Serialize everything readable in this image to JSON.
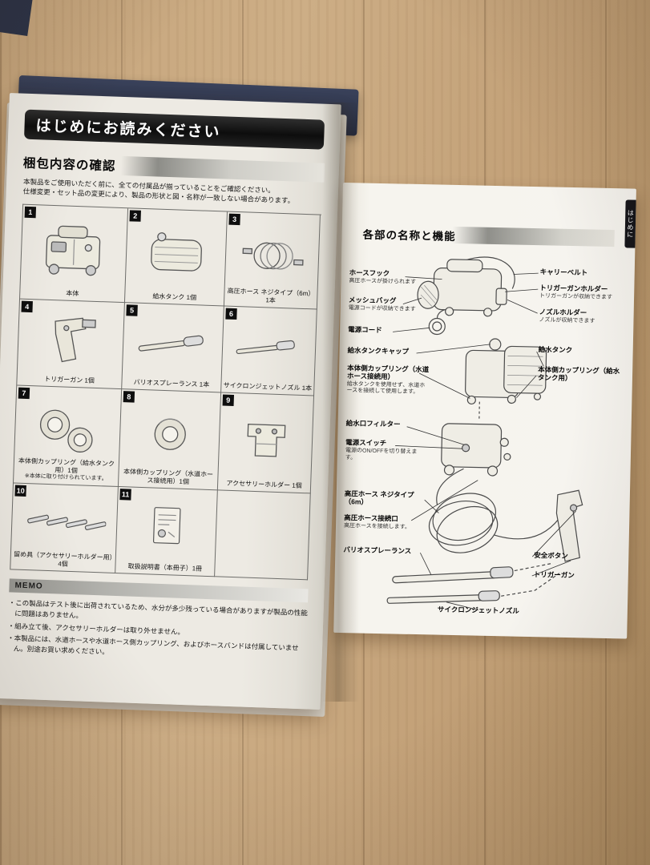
{
  "colors": {
    "cover_navy": "#2c3347",
    "banner_black": "#0d0d0d",
    "page_white": "#f6f4ef"
  },
  "left_page": {
    "main_title": "はじめにお読みください",
    "section_title": "梱包内容の確認",
    "intro_line1": "本製品をご使用いただく前に、全ての付属品が揃っていることをご確認ください。",
    "intro_line2": "仕様変更・セット品の変更により、製品の形状と図・名称が一致しない場合があります。",
    "items": [
      {
        "num": "1",
        "label": "本体"
      },
      {
        "num": "2",
        "label": "給水タンク 1個"
      },
      {
        "num": "3",
        "label": "高圧ホース ネジタイプ（6m）1本"
      },
      {
        "num": "4",
        "label": "トリガーガン 1個"
      },
      {
        "num": "5",
        "label": "バリオスプレーランス 1本"
      },
      {
        "num": "6",
        "label": "サイクロンジェットノズル 1本"
      },
      {
        "num": "7",
        "label": "本体側カップリング（給水タンク用）1個",
        "note": "※本体に取り付けられています。"
      },
      {
        "num": "8",
        "label": "本体側カップリング（水道ホース接続用）1個"
      },
      {
        "num": "9",
        "label": "アクセサリーホルダー 1個"
      },
      {
        "num": "10",
        "label": "留め具（アクセサリーホルダー用）4個"
      },
      {
        "num": "11",
        "label": "取扱説明書（本冊子）1冊"
      }
    ],
    "memo": {
      "title": "MEMO",
      "bullets": [
        "・この製品はテスト後に出荷されているため、水分が多少残っている場合がありますが製品の性能に問題はありません。",
        "・組み立て後、アクセサリーホルダーは取り外せません。",
        "・本製品には、水道ホースや水道ホース側カップリング、およびホースバンドは付属していません。別途お買い求めください。"
      ]
    }
  },
  "right_page": {
    "section_title": "各部の名称と機能",
    "edge_tab": "はじめに",
    "labels_left": [
      {
        "title": "ホースフック",
        "sub": "高圧ホースが掛けられます"
      },
      {
        "title": "メッシュバッグ",
        "sub": "電源コードが収納できます"
      },
      {
        "title": "電源コード"
      },
      {
        "title": "給水タンクキャップ"
      },
      {
        "title": "本体側カップリング（水道ホース接続用）",
        "sub": "給水タンクを使用せず、水道ホースを接続して使用します。"
      },
      {
        "title": "給水口フィルター"
      },
      {
        "title": "電源スイッチ",
        "sub": "電源のON/OFFを切り替えます。"
      },
      {
        "title": "高圧ホース ネジタイプ（6m）"
      },
      {
        "title": "高圧ホース接続口",
        "sub": "高圧ホースを接続します。"
      },
      {
        "title": "バリオスプレーランス"
      }
    ],
    "labels_right": [
      {
        "title": "キャリーベルト"
      },
      {
        "title": "トリガーガンホルダー",
        "sub": "トリガーガンが収納できます"
      },
      {
        "title": "ノズルホルダー",
        "sub": "ノズルが収納できます"
      },
      {
        "title": "給水タンク"
      },
      {
        "title": "本体側カップリング（給水タンク用）"
      },
      {
        "title": "安全ボタン"
      },
      {
        "title": "トリガーガン"
      }
    ],
    "label_bottom": {
      "title": "サイクロンジェットノズル"
    }
  }
}
